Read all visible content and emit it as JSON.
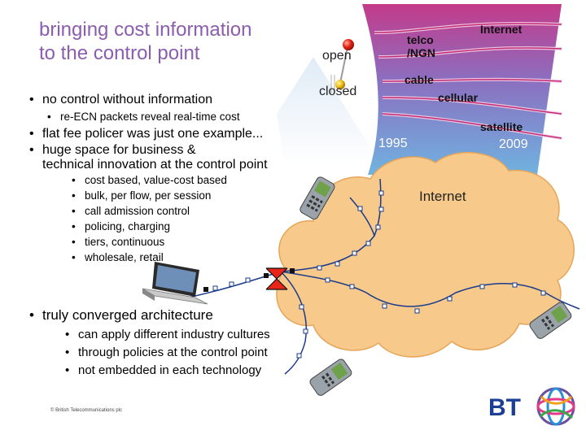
{
  "slide": {
    "title_line1": "bringing cost information",
    "title_line2": "to the control point",
    "bullets_top": [
      {
        "level": 1,
        "text": "no control without information"
      },
      {
        "level": 2,
        "text": "re-ECN packets reveal real-time cost"
      },
      {
        "level": 1,
        "text": "flat fee policer was just one example..."
      },
      {
        "level": 1,
        "text": "huge space for business &"
      },
      {
        "level": 1,
        "text": "technical innovation at the control point"
      }
    ],
    "sub_bullets": [
      "cost based, value-cost based",
      "bulk, per flow, per session",
      "call admission control",
      "policing, charging",
      "tiers, continuous",
      "wholesale, retail"
    ],
    "bullets_bottom": [
      {
        "level": 1,
        "text": "truly converged architecture"
      },
      {
        "level": 2,
        "text": "can apply different industry cultures"
      },
      {
        "level": 2,
        "text": "through policies at the control point"
      },
      {
        "level": 2,
        "text": "not embedded in each technology"
      }
    ],
    "footer": "© British Telecommunications plc"
  },
  "diagram": {
    "open_label": "open",
    "closed_label": "closed",
    "funnel_labels": {
      "internet": "Internet",
      "telco": "telco",
      "ngn": "/NGN",
      "cable": "cable",
      "cellular": "cellular",
      "satellite": "satellite",
      "year_start": "1995",
      "year_end": "2009"
    },
    "cloud_label": "Internet",
    "logo_text": "BT"
  },
  "colors": {
    "title": "#8a5db0",
    "funnel_top": "#c43a8a",
    "funnel_bottom": "#5da7d6",
    "cloud": "#f7c98a",
    "cloud_stroke": "#e8a65a",
    "logo": "#1c3f95",
    "pink_lines": "#d02480"
  }
}
